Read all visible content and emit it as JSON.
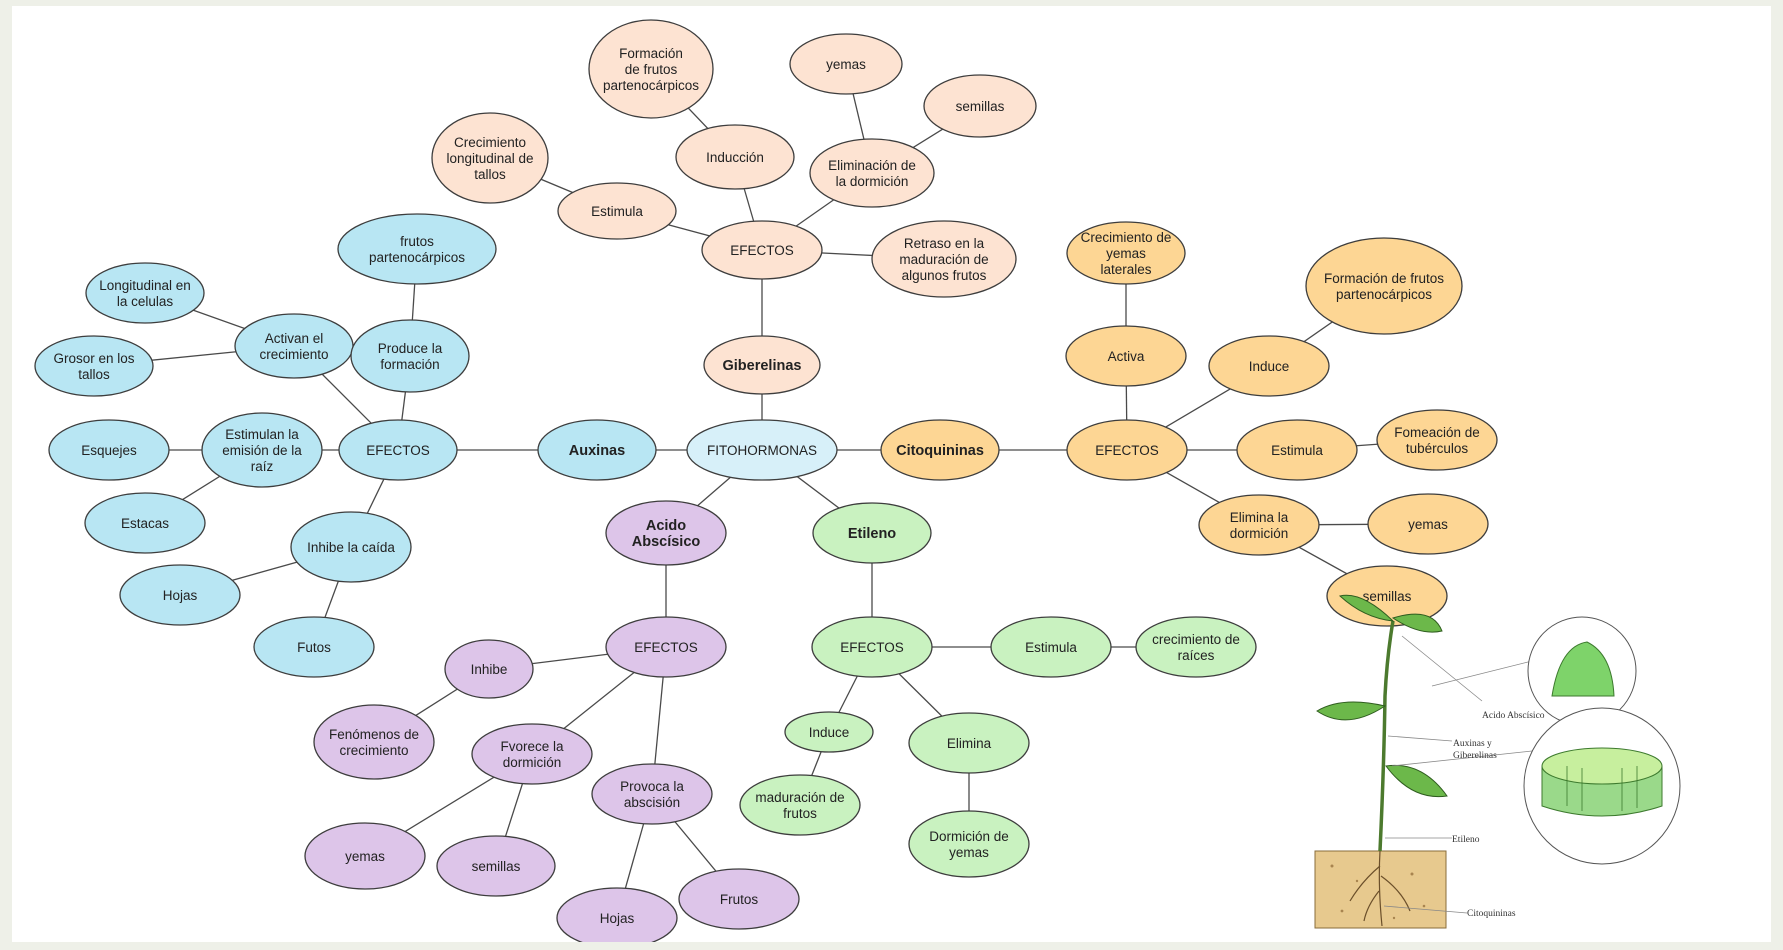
{
  "colors": {
    "giberelinas": "#fde3d2",
    "auxinas": "#b8e6f3",
    "citoquininas": "#fdd694",
    "abscisico": "#ddc5e9",
    "etileno": "#c9f2c0",
    "center": "#d7f0f9"
  },
  "nodes": {
    "fito": {
      "text": "FITOHORMONAS",
      "group": "center"
    },
    "gib": {
      "text": "Giberelinas",
      "group": "giberelinas"
    },
    "gib_ef": {
      "text": "EFECTOS",
      "group": "giberelinas"
    },
    "gib_estim": {
      "text": "Estimula",
      "group": "giberelinas"
    },
    "gib_crec": {
      "text": "Crecimiento\nlongitudinal de\ntallos",
      "group": "giberelinas"
    },
    "gib_ind": {
      "text": "Inducción",
      "group": "giberelinas"
    },
    "gib_form": {
      "text": "Formación\nde frutos\npartenocárpicos",
      "group": "giberelinas"
    },
    "gib_elim": {
      "text": "Eliminación de\nla dormición",
      "group": "giberelinas"
    },
    "gib_yemas": {
      "text": "yemas",
      "group": "giberelinas"
    },
    "gib_semillas": {
      "text": "semillas",
      "group": "giberelinas"
    },
    "gib_retraso": {
      "text": "Retraso en la\nmaduración de\nalgunos frutos",
      "group": "giberelinas"
    },
    "aux": {
      "text": "Auxinas",
      "group": "auxinas"
    },
    "aux_ef": {
      "text": "EFECTOS",
      "group": "auxinas"
    },
    "aux_activan": {
      "text": "Activan el\ncrecimiento",
      "group": "auxinas"
    },
    "aux_long": {
      "text": "Longitudinal en\nla celulas",
      "group": "auxinas"
    },
    "aux_grosor": {
      "text": "Grosor en los\ntallos",
      "group": "auxinas"
    },
    "aux_produce": {
      "text": "Produce la\nformación",
      "group": "auxinas"
    },
    "aux_frutos": {
      "text": "frutos\npartenocárpicos",
      "group": "auxinas"
    },
    "aux_estimulan": {
      "text": "Estimulan la\nemisión de la\nraíz",
      "group": "auxinas"
    },
    "aux_esquejes": {
      "text": "Esquejes",
      "group": "auxinas"
    },
    "aux_estacas": {
      "text": "Estacas",
      "group": "auxinas"
    },
    "aux_inhibe": {
      "text": "Inhibe la caída",
      "group": "auxinas"
    },
    "aux_hojas": {
      "text": "Hojas",
      "group": "auxinas"
    },
    "aux_futos": {
      "text": "Futos",
      "group": "auxinas"
    },
    "cito": {
      "text": "Citoquininas",
      "group": "citoquininas"
    },
    "cito_ef": {
      "text": "EFECTOS",
      "group": "citoquininas"
    },
    "cito_activa": {
      "text": "Activa",
      "group": "citoquininas"
    },
    "cito_crec": {
      "text": "Crecimiento de\nyemas\nlaterales",
      "group": "citoquininas"
    },
    "cito_induce": {
      "text": "Induce",
      "group": "citoquininas"
    },
    "cito_form": {
      "text": "Formación de frutos\npartenocárpicos",
      "group": "citoquininas"
    },
    "cito_estim": {
      "text": "Estimula",
      "group": "citoquininas"
    },
    "cito_tuber": {
      "text": "Fomeación de\ntubérculos",
      "group": "citoquininas"
    },
    "cito_elim": {
      "text": "Elimina la\ndormición",
      "group": "citoquininas"
    },
    "cito_yemas": {
      "text": "yemas",
      "group": "citoquininas"
    },
    "cito_semillas": {
      "text": "semillas",
      "group": "citoquininas"
    },
    "aba": {
      "text": "Acido\nAbscísico",
      "group": "abscisico"
    },
    "aba_ef": {
      "text": "EFECTOS",
      "group": "abscisico"
    },
    "aba_inhibe": {
      "text": "Inhibe",
      "group": "abscisico"
    },
    "aba_fen": {
      "text": "Fenómenos de\ncrecimiento",
      "group": "abscisico"
    },
    "aba_fvorece": {
      "text": "Fvorece la\ndormición",
      "group": "abscisico"
    },
    "aba_yemas": {
      "text": "yemas",
      "group": "abscisico"
    },
    "aba_semillas": {
      "text": "semillas",
      "group": "abscisico"
    },
    "aba_provoca": {
      "text": "Provoca la\nabscisión",
      "group": "abscisico"
    },
    "aba_hojas": {
      "text": "Hojas",
      "group": "abscisico"
    },
    "aba_frutos": {
      "text": "Frutos",
      "group": "abscisico"
    },
    "eti": {
      "text": "Etileno",
      "group": "etileno"
    },
    "eti_ef": {
      "text": "EFECTOS",
      "group": "etileno"
    },
    "eti_estim": {
      "text": "Estimula",
      "group": "etileno"
    },
    "eti_crec": {
      "text": "crecimiento de\nraíces",
      "group": "etileno"
    },
    "eti_induce": {
      "text": "Induce",
      "group": "etileno"
    },
    "eti_mad": {
      "text": "maduración de\nfrutos",
      "group": "etileno"
    },
    "eti_elimina": {
      "text": "Elimina",
      "group": "etileno"
    },
    "eti_dorm": {
      "text": "Dormición de\nyemas",
      "group": "etileno"
    }
  },
  "illustration": {
    "labels": {
      "abscisico": "Acido Abscísico",
      "aux_gib": "Auxinas y\nGiberelinas",
      "etileno": "Etileno",
      "citoquininas": "Citoquininas"
    }
  }
}
